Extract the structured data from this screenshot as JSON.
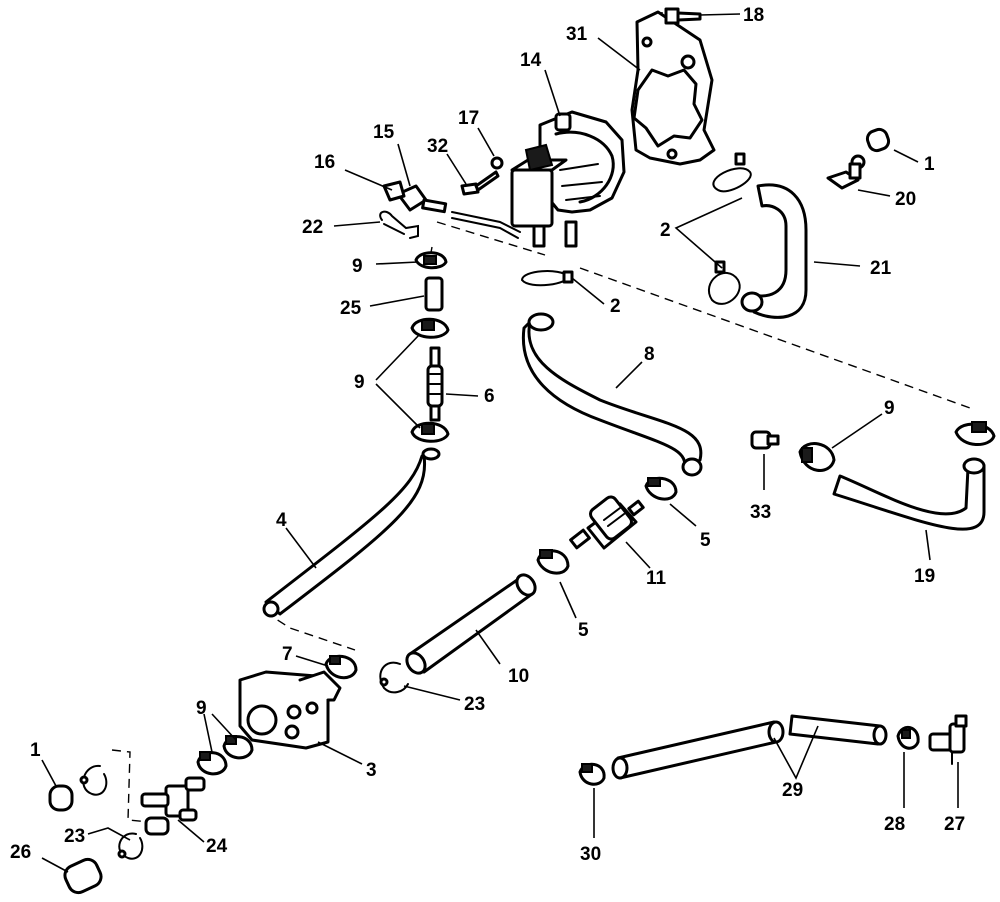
{
  "callouts": [
    {
      "id": "c18",
      "label": "18"
    },
    {
      "id": "c31",
      "label": "31"
    },
    {
      "id": "c14",
      "label": "14"
    },
    {
      "id": "c15",
      "label": "15"
    },
    {
      "id": "c17",
      "label": "17"
    },
    {
      "id": "c32",
      "label": "32"
    },
    {
      "id": "c16",
      "label": "16"
    },
    {
      "id": "c1a",
      "label": "1"
    },
    {
      "id": "c20",
      "label": "20"
    },
    {
      "id": "c22",
      "label": "22"
    },
    {
      "id": "c2a",
      "label": "2"
    },
    {
      "id": "c21",
      "label": "21"
    },
    {
      "id": "c9a",
      "label": "9"
    },
    {
      "id": "c2b",
      "label": "2"
    },
    {
      "id": "c25",
      "label": "25"
    },
    {
      "id": "c8",
      "label": "8"
    },
    {
      "id": "c9b",
      "label": "9"
    },
    {
      "id": "c6",
      "label": "6"
    },
    {
      "id": "c9c",
      "label": "9"
    },
    {
      "id": "c33",
      "label": "33"
    },
    {
      "id": "c4",
      "label": "4"
    },
    {
      "id": "c5a",
      "label": "5"
    },
    {
      "id": "c11",
      "label": "11"
    },
    {
      "id": "c19",
      "label": "19"
    },
    {
      "id": "c5b",
      "label": "5"
    },
    {
      "id": "c7",
      "label": "7"
    },
    {
      "id": "c10",
      "label": "10"
    },
    {
      "id": "c23a",
      "label": "23"
    },
    {
      "id": "c9d",
      "label": "9"
    },
    {
      "id": "c3",
      "label": "3"
    },
    {
      "id": "c1b",
      "label": "1"
    },
    {
      "id": "c23b",
      "label": "23"
    },
    {
      "id": "c24",
      "label": "24"
    },
    {
      "id": "c26",
      "label": "26"
    },
    {
      "id": "c29",
      "label": "29"
    },
    {
      "id": "c28",
      "label": "28"
    },
    {
      "id": "c27",
      "label": "27"
    },
    {
      "id": "c30",
      "label": "30"
    }
  ]
}
